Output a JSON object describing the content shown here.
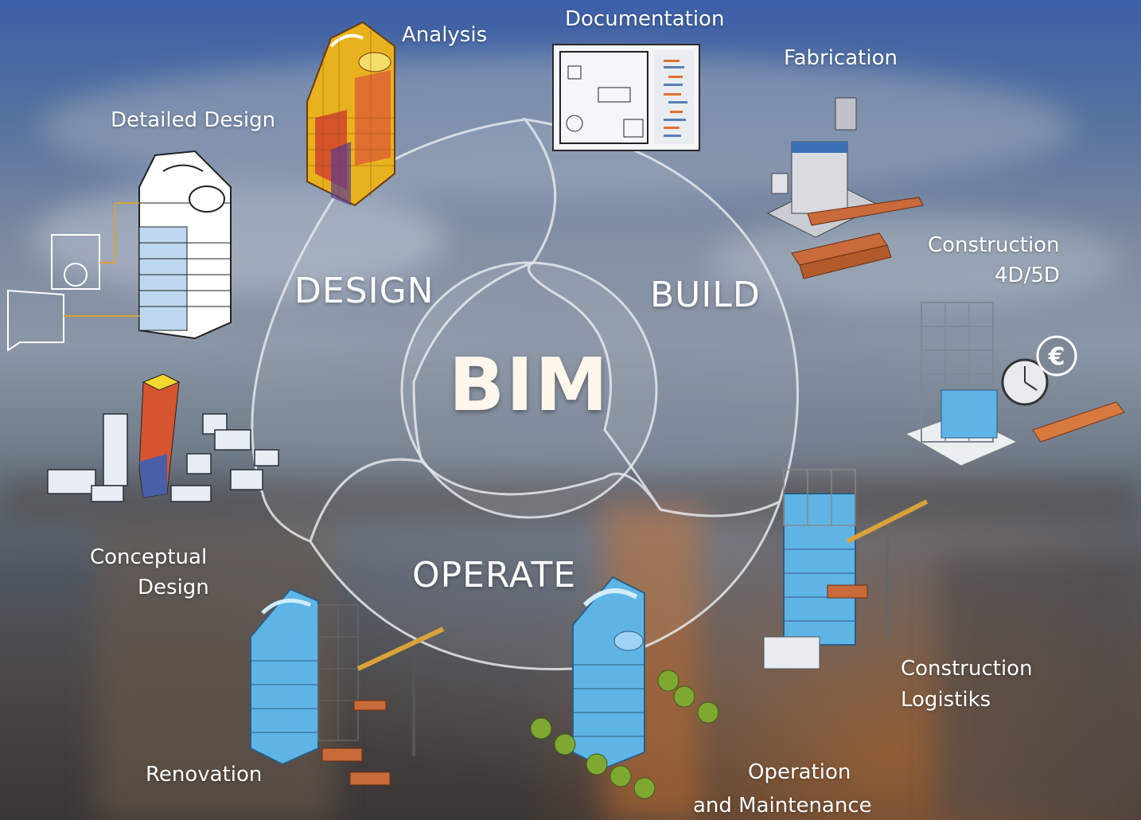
{
  "center": {
    "title": "BIM"
  },
  "phases": {
    "design": "DESIGN",
    "build": "BUILD",
    "operate": "OPERATE"
  },
  "stages": {
    "analysis": "Analysis",
    "documentation": "Documentation",
    "fabrication": "Fabrication",
    "detailed_design": "Detailed Design",
    "construction_4d5d_line1": "Construction",
    "construction_4d5d_line2": "4D/5D",
    "conceptual_design_line1": "Conceptual",
    "conceptual_design_line2": "Design",
    "renovation": "Renovation",
    "operation_line1": "Operation",
    "operation_line2": "and Maintenance",
    "logistics_line1": "Construction",
    "logistics_line2": "Logistiks"
  },
  "colors": {
    "ring": "#e6e9ee",
    "accent_orange": "#e0893a",
    "glass_blue": "#5fb4e6",
    "connector_gold": "#d9a23a"
  },
  "icons": [
    "analysis-building-icon",
    "documentation-plan-icon",
    "fabrication-machine-icon",
    "detailed-design-building-icon",
    "construction-4d5d-icon",
    "conceptual-design-icon",
    "renovation-icon",
    "operation-maintenance-icon",
    "construction-logistics-icon",
    "euro-icon",
    "stopwatch-icon"
  ]
}
